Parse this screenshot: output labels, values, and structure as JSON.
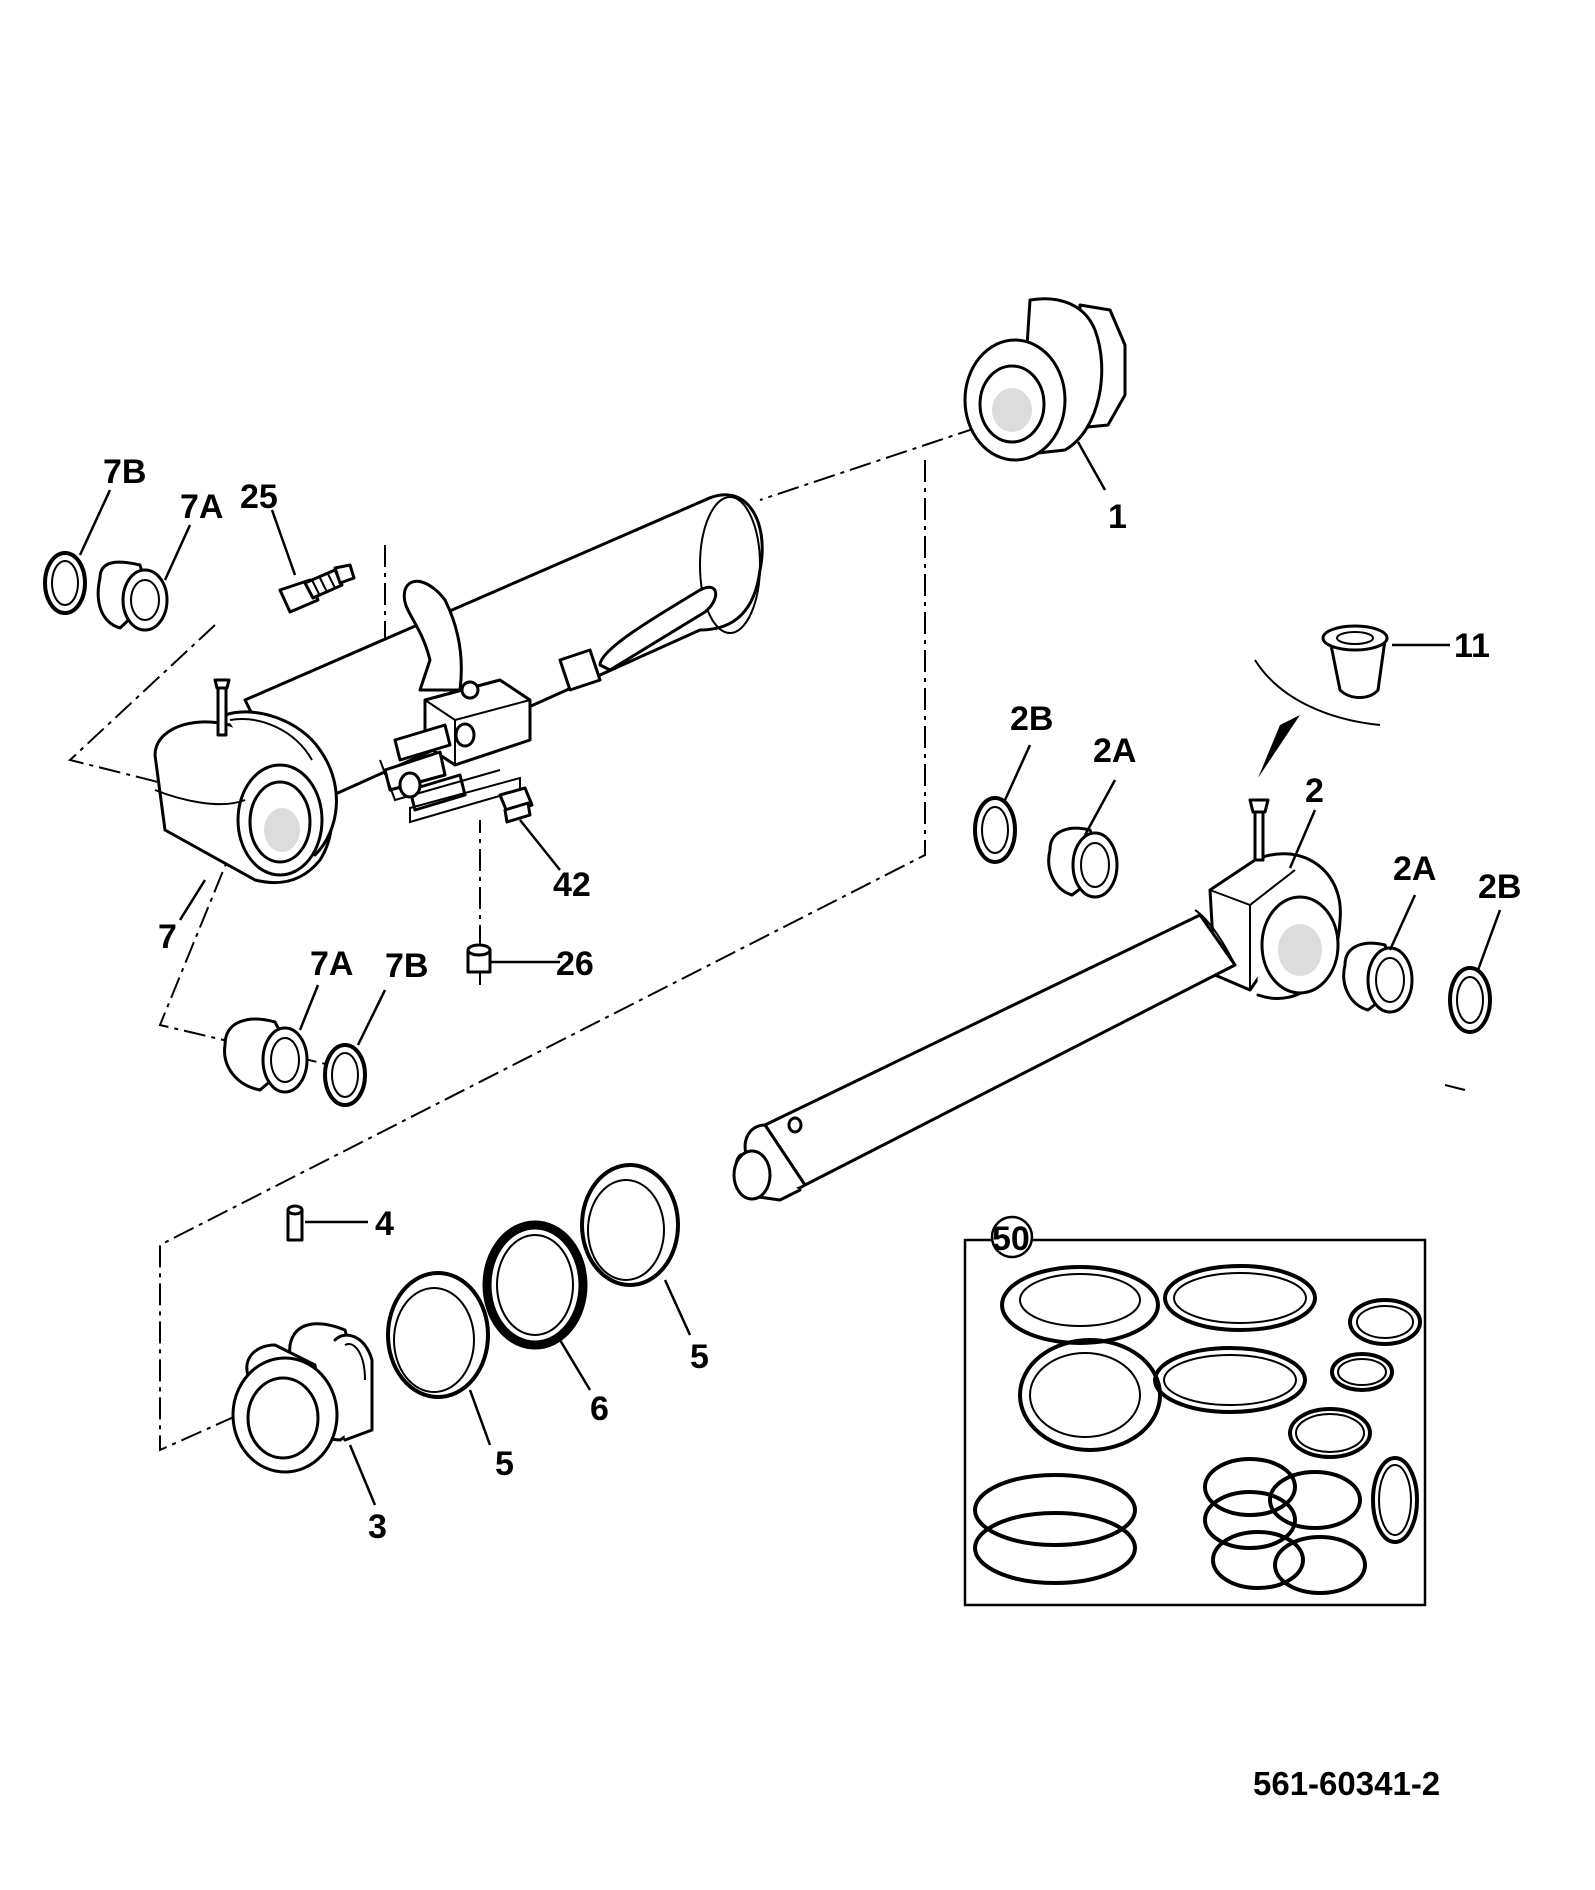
{
  "diagram": {
    "document_number": "561-60341-2",
    "callouts": {
      "p1": "1",
      "p2": "2",
      "p2a_left": "2A",
      "p2b_left": "2B",
      "p2a_right": "2A",
      "p2b_right": "2B",
      "p3": "3",
      "p4": "4",
      "p5_left": "5",
      "p5_right": "5",
      "p6": "6",
      "p7": "7",
      "p7a_top": "7A",
      "p7b_top": "7B",
      "p7a_bottom": "7A",
      "p7b_bottom": "7B",
      "p11": "11",
      "p25": "25",
      "p26": "26",
      "p42": "42",
      "p50": "50"
    }
  }
}
